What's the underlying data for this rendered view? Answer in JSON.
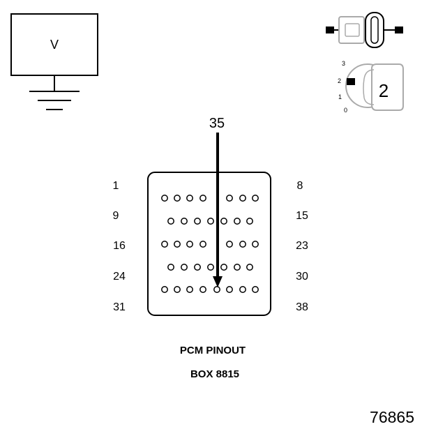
{
  "voltmeter": {
    "label": "V"
  },
  "ignition": {
    "positions": [
      "3",
      "2",
      "1",
      "0"
    ],
    "key_label": "2"
  },
  "pointer": {
    "pin_label": "35"
  },
  "connector": {
    "pin_labels": {
      "row1": {
        "left": "1",
        "right": "8"
      },
      "row2": {
        "left": "9",
        "right": "15"
      },
      "row3": {
        "left": "16",
        "right": "23"
      },
      "row4": {
        "left": "24",
        "right": "30"
      },
      "row5": {
        "left": "31",
        "right": "38"
      }
    }
  },
  "caption": {
    "line1": "PCM PINOUT",
    "line2": "BOX 8815"
  },
  "figure_number": "76865"
}
